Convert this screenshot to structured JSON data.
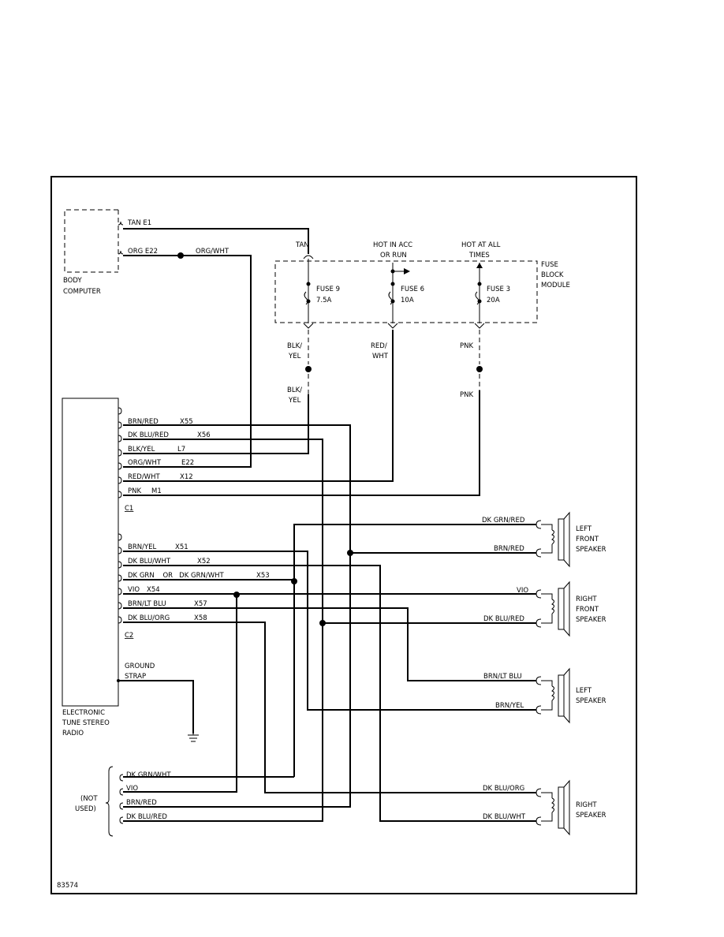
{
  "figure_id": "83574",
  "body_computer": {
    "label_line1": "BODY",
    "label_line2": "COMPUTER",
    "wires": [
      "TAN   E1",
      "ORG   E22",
      "ORG/WHT"
    ]
  },
  "fuse_block": {
    "label_line1": "FUSE",
    "label_line2": "BLOCK",
    "label_line3": "MODULE",
    "feeds": [
      {
        "top_line1": "TAN",
        "top_line2": "",
        "fuse": "FUSE 9",
        "amps": "7.5A",
        "bottom_line1": "BLK/",
        "bottom_line2": "YEL",
        "lower_line1": "BLK/",
        "lower_line2": "YEL"
      },
      {
        "top_line1": "HOT IN ACC",
        "top_line2": "OR RUN",
        "fuse": "FUSE 6",
        "amps": "10A",
        "bottom_line1": "RED/",
        "bottom_line2": "WHT",
        "lower_line1": "",
        "lower_line2": ""
      },
      {
        "top_line1": "HOT AT ALL",
        "top_line2": "TIMES",
        "fuse": "FUSE 3",
        "amps": "20A",
        "bottom_line1": "PNK",
        "bottom_line2": "",
        "lower_line1": "PNK",
        "lower_line2": ""
      }
    ]
  },
  "radio": {
    "label_line1": "ELECTRONIC",
    "label_line2": "TUNE STEREO",
    "label_line3": "RADIO",
    "c1_label": "C1",
    "c2_label": "C2",
    "c1_pins": [
      {
        "color": "BRN/RED",
        "circuit": "X55"
      },
      {
        "color": "DK BLU/RED",
        "circuit": "X56"
      },
      {
        "color": "BLK/YEL",
        "circuit": "L7"
      },
      {
        "color": "ORG/WHT",
        "circuit": "E22"
      },
      {
        "color": "RED/WHT",
        "circuit": "X12"
      },
      {
        "color": "PNK",
        "circuit": "M1"
      }
    ],
    "c2_pins": [
      {
        "color": "BRN/YEL",
        "circuit": "X51"
      },
      {
        "color": "DK BLU/WHT",
        "circuit": "X52"
      },
      {
        "color": "DK GRN    OR   DK GRN/WHT",
        "circuit": "X53"
      },
      {
        "color": "VIO",
        "circuit": "X54"
      },
      {
        "color": "BRN/LT BLU",
        "circuit": "X57"
      },
      {
        "color": "DK BLU/ORG",
        "circuit": "X58"
      }
    ],
    "ground_line1": "GROUND",
    "ground_line2": "STRAP"
  },
  "not_used": {
    "label_line1": "(NOT",
    "label_line2": "USED)",
    "wires": [
      "DK GRN/WHT",
      "VIO",
      "BRN/RED",
      "DK BLU/RED"
    ]
  },
  "speakers": [
    {
      "name_line1": "LEFT",
      "name_line2": "FRONT",
      "name_line3": "SPEAKER",
      "wire_top": "DK GRN/RED",
      "wire_bottom": "BRN/RED"
    },
    {
      "name_line1": "RIGHT",
      "name_line2": "FRONT",
      "name_line3": "SPEAKER",
      "wire_top": "VIO",
      "wire_bottom": "DK BLU/RED"
    },
    {
      "name_line1": "LEFT",
      "name_line2": "SPEAKER",
      "name_line3": "",
      "wire_top": "BRN/LT BLU",
      "wire_bottom": "BRN/YEL"
    },
    {
      "name_line1": "RIGHT",
      "name_line2": "SPEAKER",
      "name_line3": "",
      "wire_top": "DK BLU/ORG",
      "wire_bottom": "DK BLU/WHT"
    }
  ]
}
